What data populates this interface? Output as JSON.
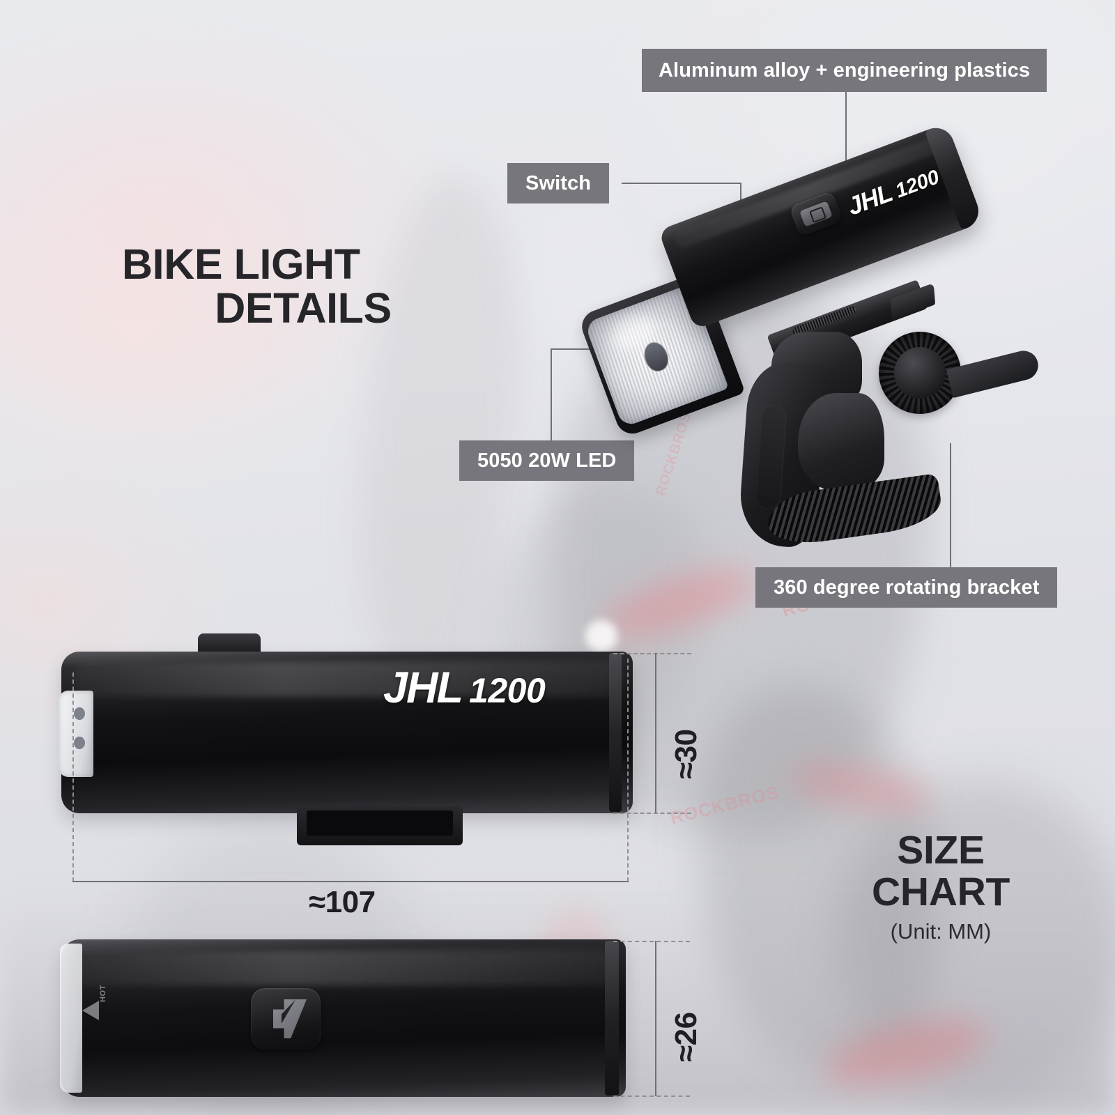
{
  "background": {
    "scene": "cyclist-riding-silhouette",
    "watermark_text": "ROCKBROS",
    "base_color": "#e6e7ec"
  },
  "headings": {
    "title_line1": "BIKE LIGHT",
    "title_line2": "DETAILS",
    "size_line1": "SIZE",
    "size_line2": "CHART",
    "size_unit": "(Unit: MM)"
  },
  "callouts": [
    {
      "id": "material",
      "label": "Aluminum alloy + engineering plastics"
    },
    {
      "id": "switch",
      "label": "Switch"
    },
    {
      "id": "led",
      "label": "5050 20W LED"
    },
    {
      "id": "bracket",
      "label": "360 degree rotating bracket"
    }
  ],
  "product": {
    "brand": "JHL",
    "model": "1200",
    "button_icon": "power-button-icon",
    "warning_text": "HOT"
  },
  "dimensions": {
    "height_top": "≈30",
    "length": "≈107",
    "height_bottom": "≈26",
    "unit": "MM"
  },
  "colors": {
    "callout_bg": "#76767c",
    "callout_text": "#ffffff",
    "heading_text": "#26262a",
    "dimension_line": "#6f7075",
    "dimension_dash": "#8e8e93",
    "product_body": "#121214"
  }
}
